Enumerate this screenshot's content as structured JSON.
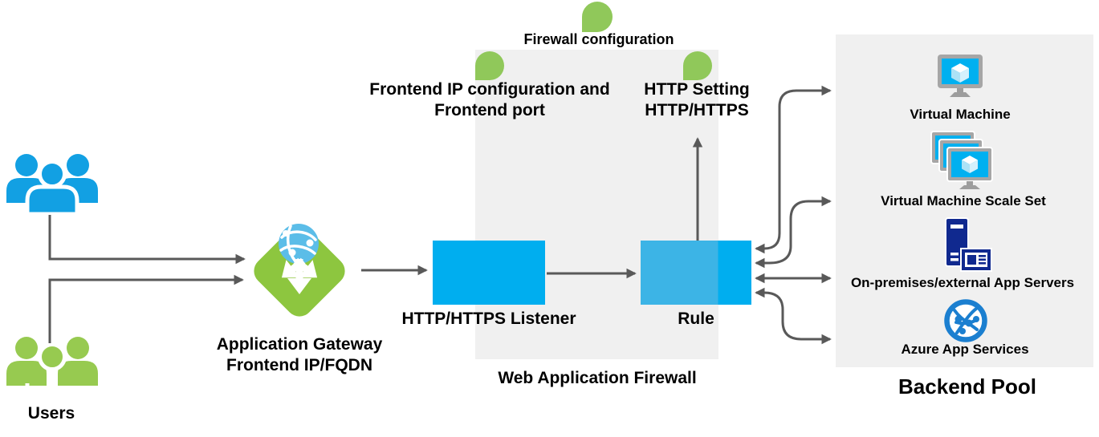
{
  "nodes": {
    "users": {
      "label": "Users"
    },
    "app_gateway": {
      "line1": "Application Gateway",
      "line2": "Frontend IP/FQDN"
    },
    "listener": {
      "label": "HTTP/HTTPS Listener"
    },
    "rule": {
      "label": "Rule"
    },
    "waf": {
      "label": "Web Application Firewall"
    },
    "backend_pool": {
      "label": "Backend Pool",
      "items": [
        {
          "icon": "virtual-machine-icon",
          "label": "Virtual Machine"
        },
        {
          "icon": "vm-scale-set-icon",
          "label": "Virtual Machine Scale Set"
        },
        {
          "icon": "app-server-icon",
          "label": "On-premises/external App Servers"
        },
        {
          "icon": "app-services-globe-icon",
          "label": "Azure App Services"
        }
      ]
    }
  },
  "annotations": {
    "firewall_configuration": "Firewall configuration",
    "frontend_ip_line1": "Frontend IP configuration and",
    "frontend_ip_line2": "Frontend port",
    "http_setting_line1": "HTTP Setting",
    "http_setting_line2": "HTTP/HTTPS"
  },
  "colors": {
    "accent_blue": "#00aeef",
    "rule_muted_blue": "#3cb4e6",
    "gateway_green": "#8dc63f",
    "teardrop_green": "#90c85a",
    "users_blue": "#12a0e3",
    "users_green": "#97ca50",
    "panel_gray": "#f0f0f0",
    "arrow_gray": "#595959",
    "server_navy": "#10298f",
    "app_service_blue": "#1b7fd0"
  }
}
